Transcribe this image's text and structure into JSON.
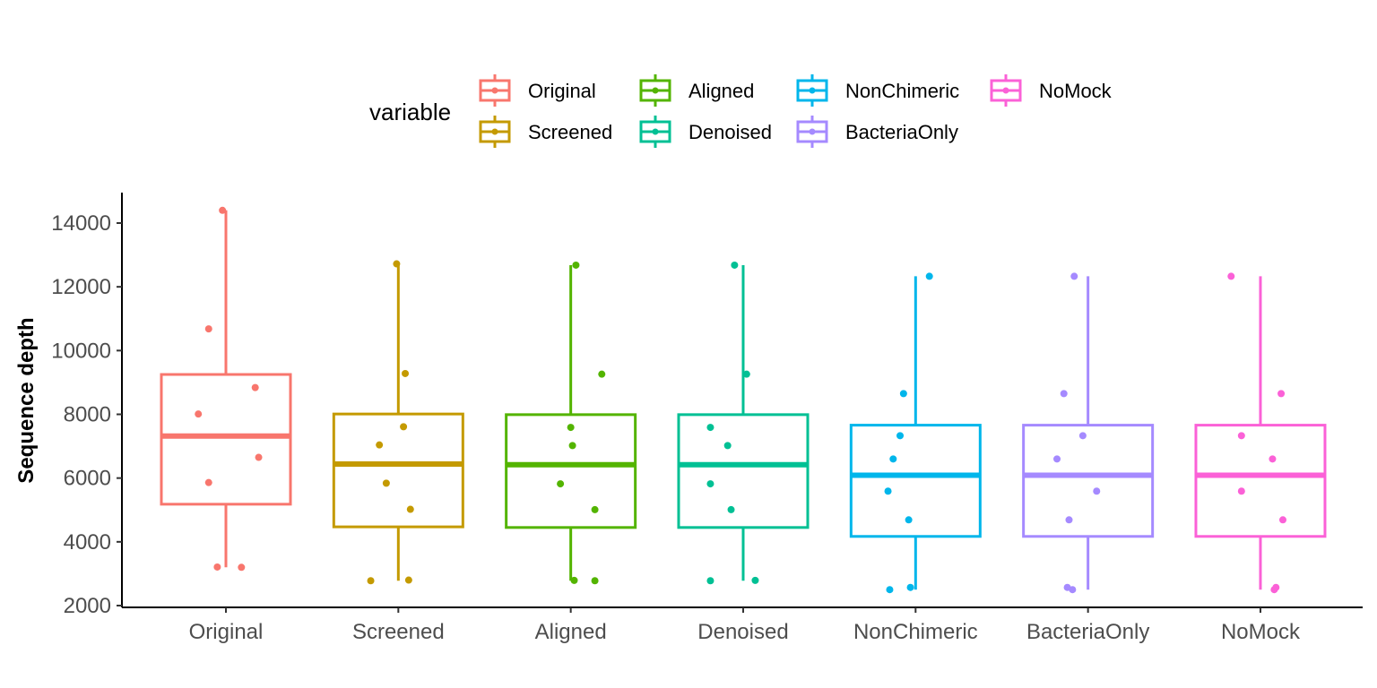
{
  "chart_data": {
    "type": "boxplot",
    "xlabel": "",
    "ylabel": "Sequence depth",
    "ylim": [
      2000,
      15000
    ],
    "y_ticks": [
      "2000",
      "4000",
      "6000",
      "8000",
      "10000",
      "12000",
      "14000"
    ],
    "categories": [
      "Original",
      "Screened",
      "Aligned",
      "Denoised",
      "NonChimeric",
      "BacteriaOnly",
      "NoMock"
    ],
    "legend": {
      "title": "variable",
      "placement": "top"
    },
    "colors": [
      "#F8766D",
      "#C49A00",
      "#53B400",
      "#00C094",
      "#00B6EB",
      "#A58AFF",
      "#FB61D7"
    ],
    "grid": false,
    "series": [
      {
        "name": "Original",
        "q1": 5180,
        "median": 7320,
        "q3": 9250,
        "whisker_low": 3200,
        "whisker_high": 14400,
        "points": [
          14400,
          10680,
          8840,
          8010,
          6650,
          5860,
          3210,
          3200
        ],
        "jitter": [
          -0.02,
          -0.1,
          0.17,
          -0.16,
          0.19,
          -0.1,
          -0.05,
          0.09
        ]
      },
      {
        "name": "Screened",
        "q1": 4470,
        "median": 6440,
        "q3": 8010,
        "whisker_low": 2780,
        "whisker_high": 12720,
        "points": [
          12720,
          9280,
          7610,
          7040,
          5840,
          5020,
          2800,
          2780
        ],
        "jitter": [
          -0.01,
          0.04,
          0.03,
          -0.11,
          -0.07,
          0.07,
          0.06,
          -0.16
        ]
      },
      {
        "name": "Aligned",
        "q1": 4450,
        "median": 6420,
        "q3": 7990,
        "whisker_low": 2780,
        "whisker_high": 12680,
        "points": [
          12680,
          9260,
          7590,
          7020,
          5820,
          5010,
          2790,
          2780
        ],
        "jitter": [
          0.03,
          0.18,
          0.0,
          0.01,
          -0.06,
          0.14,
          0.02,
          0.14
        ]
      },
      {
        "name": "Denoised",
        "q1": 4450,
        "median": 6420,
        "q3": 7990,
        "whisker_low": 2780,
        "whisker_high": 12680,
        "points": [
          12680,
          9260,
          7590,
          7020,
          5820,
          5010,
          2790,
          2780
        ],
        "jitter": [
          -0.05,
          0.02,
          -0.19,
          -0.09,
          -0.19,
          -0.07,
          0.07,
          -0.19
        ]
      },
      {
        "name": "NonChimeric",
        "q1": 4170,
        "median": 6090,
        "q3": 7660,
        "whisker_low": 2500,
        "whisker_high": 12330,
        "points": [
          12330,
          8650,
          7330,
          6600,
          5590,
          4690,
          2570,
          2500
        ],
        "jitter": [
          0.08,
          -0.07,
          -0.09,
          -0.13,
          -0.16,
          -0.04,
          -0.03,
          -0.15
        ]
      },
      {
        "name": "BacteriaOnly",
        "q1": 4170,
        "median": 6090,
        "q3": 7660,
        "whisker_low": 2500,
        "whisker_high": 12330,
        "points": [
          12330,
          8650,
          7330,
          6600,
          5590,
          4690,
          2570,
          2500
        ],
        "jitter": [
          -0.08,
          -0.14,
          -0.03,
          -0.18,
          0.05,
          -0.11,
          -0.12,
          -0.09
        ]
      },
      {
        "name": "NoMock",
        "q1": 4170,
        "median": 6090,
        "q3": 7660,
        "whisker_low": 2500,
        "whisker_high": 12330,
        "points": [
          12330,
          8650,
          7330,
          6600,
          5590,
          4690,
          2570,
          2500
        ],
        "jitter": [
          -0.17,
          0.12,
          -0.11,
          0.07,
          -0.11,
          0.13,
          0.09,
          0.08
        ]
      }
    ]
  }
}
